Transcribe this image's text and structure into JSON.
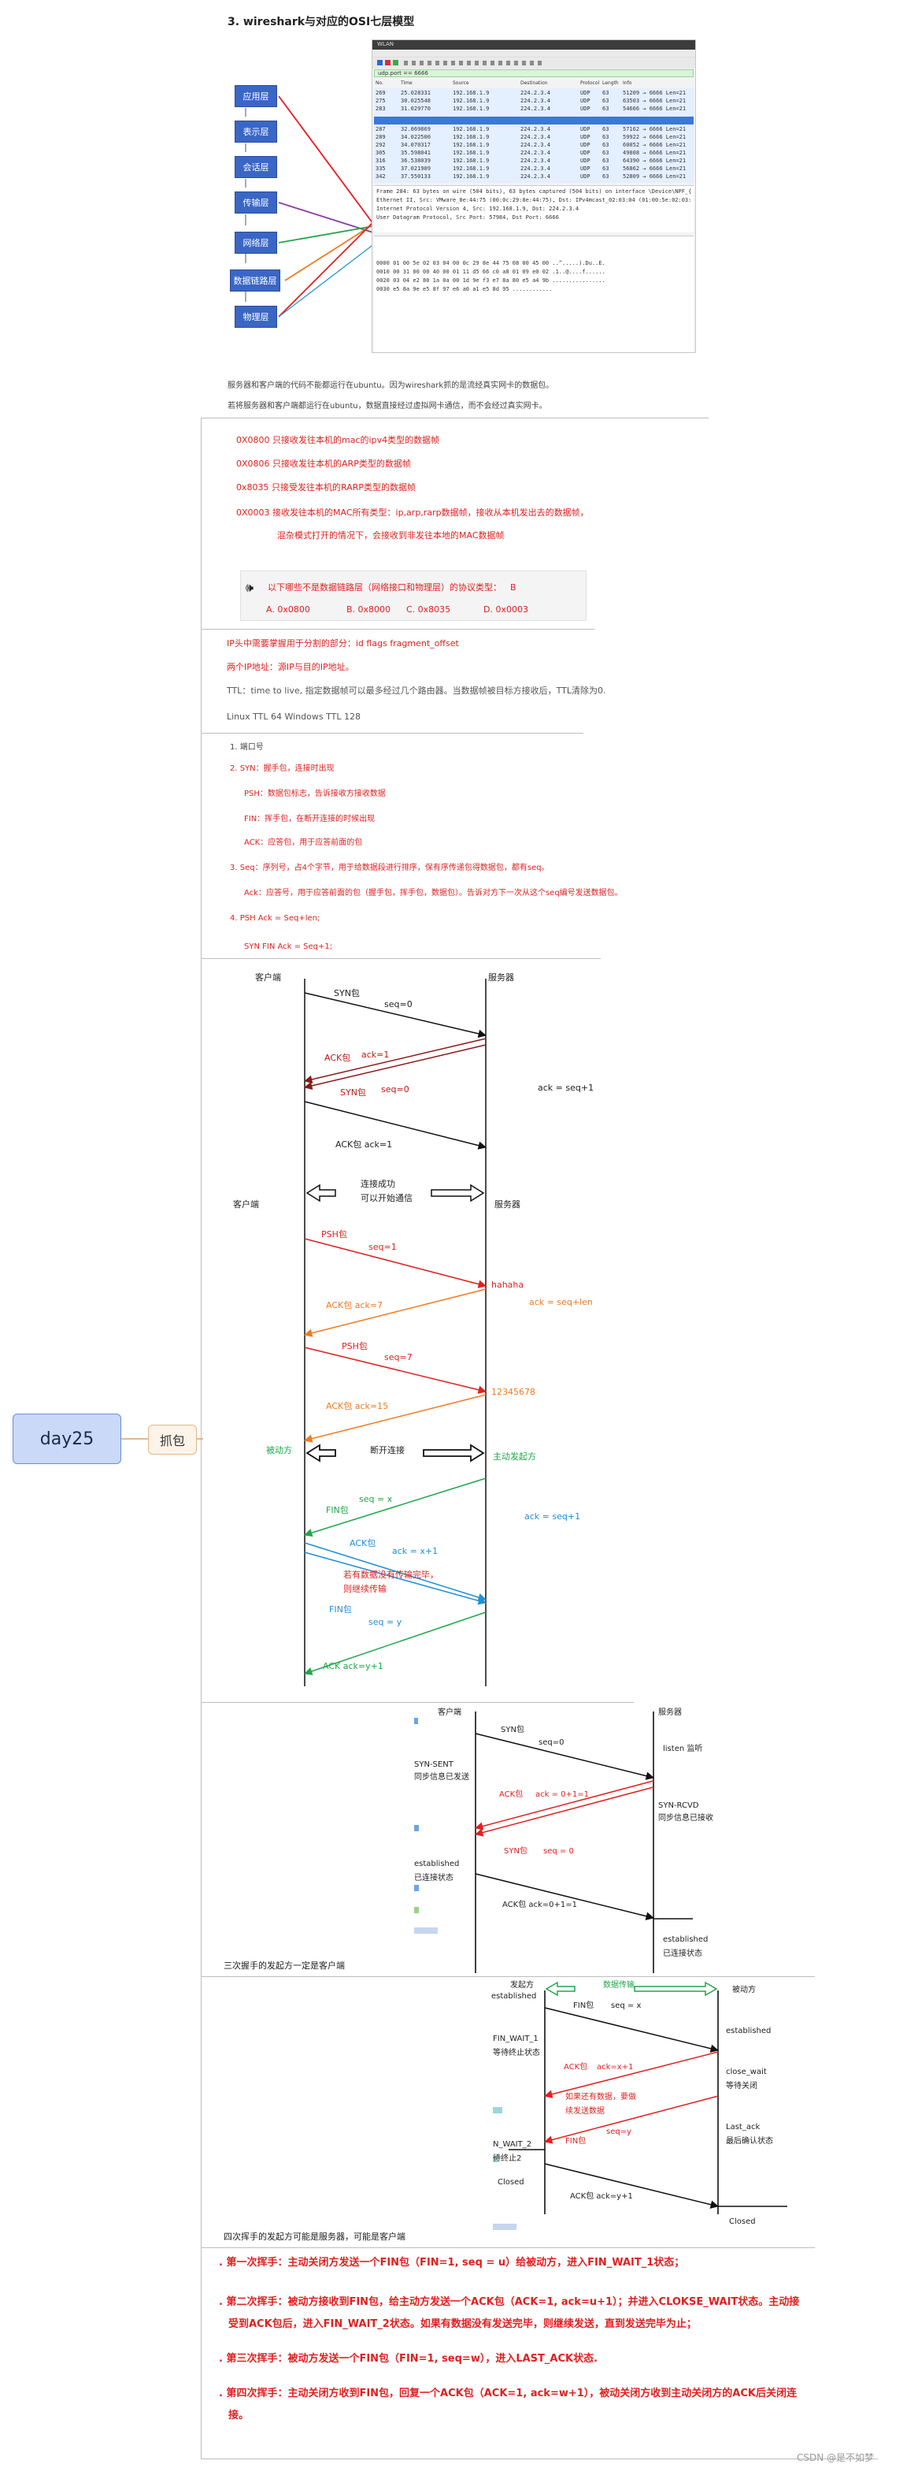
{
  "section3": {
    "title": "3. wireshark与对应的OSI七层模型",
    "layers": [
      "应用层",
      "表示层",
      "会话层",
      "传输层",
      "网络层",
      "数据链路层",
      "物理层"
    ],
    "note1": "服务器和客户端的代码不能都运行在ubuntu。因为wireshark抓的是流经真实网卡的数据包。",
    "note2": "若将服务器和客户端都运行在ubuntu，数据直接经过虚拟网卡通信，而不会经过真实网卡。"
  },
  "wireshark": {
    "title": "WLAN",
    "filter": "udp.port == 6666",
    "columns": [
      "No.",
      "Time",
      "Source",
      "Destination",
      "Protocol",
      "Length",
      "Info"
    ],
    "rows_top": [
      [
        "269",
        "25.028331",
        "192.168.1.9",
        "224.2.3.4",
        "UDP",
        "63",
        "51209 → 6666 Len=21"
      ],
      [
        "275",
        "30.025548",
        "192.168.1.9",
        "224.2.3.4",
        "UDP",
        "63",
        "63503 → 6666 Len=21"
      ],
      [
        "283",
        "31.029770",
        "192.168.1.9",
        "224.2.3.4",
        "UDP",
        "63",
        "54666 → 6666 Len=21"
      ]
    ],
    "rows_bottom": [
      [
        "287",
        "32.069869",
        "192.168.1.9",
        "224.2.3.4",
        "UDP",
        "63",
        "57162 → 6666 Len=21"
      ],
      [
        "289",
        "34.022500",
        "192.168.1.9",
        "224.2.3.4",
        "UDP",
        "63",
        "59922 → 6666 Len=21"
      ],
      [
        "292",
        "34.070317",
        "192.168.1.9",
        "224.2.3.4",
        "UDP",
        "63",
        "60052 → 6666 Len=21"
      ],
      [
        "305",
        "35.598041",
        "192.168.1.9",
        "224.2.3.4",
        "UDP",
        "63",
        "49808 → 6666 Len=21"
      ],
      [
        "316",
        "36.538039",
        "192.168.1.9",
        "224.2.3.4",
        "UDP",
        "63",
        "64390 → 6666 Len=21"
      ],
      [
        "335",
        "37.021909",
        "192.168.1.9",
        "224.2.3.4",
        "UDP",
        "63",
        "56862 → 6666 Len=21"
      ],
      [
        "342",
        "37.550133",
        "192.168.1.9",
        "224.2.3.4",
        "UDP",
        "63",
        "52809 → 6666 Len=21"
      ]
    ],
    "details": [
      "Frame 284: 63 bytes on wire (504 bits), 63 bytes captured (504 bits) on interface \\Device\\NPF_{025",
      "Ethernet II, Src: VMware_8e:44:75 (00:0c:29:8e:44:75), Dst: IPv4mcast_02:03:04 (01:00:5e:02:03:04)",
      "Internet Protocol Version 4, Src: 192.168.1.9, Dst: 224.2.3.4",
      "User Datagram Protocol, Src Port: 57984, Dst Port: 6666"
    ],
    "hex": [
      "0000  01 00 5e 02 03 04 00 0c  29 8e 44 75 08 00 45 00    ..^.....).Du..E.",
      "0010  00 31 00 00 40 00 01 11  d5 66 c0 a8 01 09 e0 02    .1..@....f......",
      "0020  03 04 e2 80 1a 0a 00 1d  9e f3 e7 8a 80 e5 a4 9b    ................",
      "0030  e5 8a 9e e5 8f 97 e6 a0  a1 e5 8d 95                ............"
    ]
  },
  "ethertypes": {
    "items": [
      "0X0800 只接收发往本机的mac的ipv4类型的数据帧",
      "0X0806 只接收发往本机的ARP类型的数据帧",
      "0x8035 只接受发往本机的RARP类型的数据帧",
      "0X0003  接收发往本机的MAC所有类型：ip,arp,rarp数据帧，接收从本机发出去的数据帧，",
      "混杂模式打开的情况下，会接收到非发往本地的MAC数据帧"
    ],
    "quiz_question": "以下哪些不是数据链路层（网络接口和物理层）的协议类型：",
    "quiz_answer": "B",
    "options": [
      "A. 0x0800",
      "B. 0x8000",
      "C. 0x8035",
      "D. 0x0003"
    ]
  },
  "iphdr": {
    "line1": "IP头中需要掌握用于分割的部分：id flags fragment_offset",
    "line2": "两个IP地址：源IP与目的IP地址。",
    "line3": "TTL：time to live, 指定数据帧可以最多经过几个路由器。当数据帧被目标方接收后，TTL清除为0.",
    "line4": "Linux TTL 64    Windows TTL 128"
  },
  "tcphdr": {
    "items": [
      "1. 端口号",
      "2. SYN：握手包，连接时出现",
      "PSH：数据包标志，告诉接收方接收数据",
      "FIN：挥手包，在断开连接的时候出现",
      "ACK：应答包，用于应答前面的包",
      "3. Seq：序列号，占4个字节，用于给数据段进行排序，保有序传递包得数据包，都有seq。",
      "Ack：应答号，用于应答前面的包（握手包，挥手包，数据包）。告诉对方下一次从这个seq编号发送数据包。",
      "4. PSH        Ack = Seq+len;",
      "SYN FIN    Ack = Seq+1;"
    ]
  },
  "mindmap": {
    "root": "day25",
    "branch": "抓包"
  },
  "diagram1": {
    "client": "客户端",
    "server": "服务器",
    "client2": "客户端",
    "server2": "服务器",
    "syn1": "SYN包",
    "seq0": "seq=0",
    "ack_pkt": "ACK包",
    "ack1": "ack=1",
    "syn2": "SYN包",
    "seq0b": "seq=0",
    "ack_seq1": "ack = seq+1",
    "ack_pkt2": "ACK包  ack=1",
    "connected": "连接成功",
    "can_comm": "可以开始通信",
    "psh1": "PSH包",
    "psh1_seq": "seq=1",
    "hahaha": "hahaha",
    "ack7": "ACK包  ack=7",
    "ack_seq_len": "ack = seq+len",
    "psh2": "PSH包",
    "psh2_seq": "seq=7",
    "num": "12345678",
    "ack15": "ACK包    ack=15",
    "passive": "被动方",
    "disconnect": "断开连接",
    "active": "主动发起方",
    "seq_x": "seq = x",
    "fin1": "FIN包",
    "ack_seq1b": "ack = seq+1",
    "ack_pkt3": "ACK包",
    "ack_x1": "ack = x+1",
    "remain1": "若有数据没有传输完毕，",
    "remain2": "则继续传输",
    "fin2": "FIN包",
    "seq_y": "seq = y",
    "ack_y1": "ACK    ack=y+1"
  },
  "diagram2": {
    "client": "客户端",
    "server": "服务器",
    "syn": "SYN包",
    "seq0": "seq=0",
    "listen": "listen 监听",
    "syn_sent": "SYN-SENT",
    "syn_sent2": "同步信息已发送",
    "ack_pkt": "ACK包",
    "ack_eq": "ack = 0+1=1",
    "syn_rcvd": "SYN-RCVD",
    "syn_rcvd2": "同步信息已接收",
    "syn2": "SYN包",
    "seq0b": "seq = 0",
    "established": "established",
    "established2": "已连接状态",
    "ack_final": "ACK包  ack=0+1=1",
    "established3": "established",
    "established4": "已连接状态",
    "caption": "三次握手的发起方一定是客户端"
  },
  "diagram3": {
    "initiator": "发起方",
    "data_transfer": "数据传输",
    "passive": "被动方",
    "established_l": "established",
    "fin": "FIN包",
    "seq_u": "seq = x",
    "established_r": "established",
    "fin_wait1": "FIN_WAIT_1",
    "fin_wait1b": "等待终止状态",
    "ack_pkt": "ACK包",
    "ack_x1": "ack=x+1",
    "close_wait": "close_wait",
    "close_wait2": "等待关闭",
    "remain1": "如果还有数据，要做",
    "remain2": "续发送数据",
    "seq_y": "seq=y",
    "fin2": "FIN包",
    "last_ack": "Last_ack",
    "last_ack2": "最后确认状态",
    "fin_wait2": "N_WAIT_2",
    "fin_wait2b": "待终止2",
    "closed_l": "Closed",
    "ack_y1": "ACK包  ack=y+1",
    "closed_r": "Closed",
    "caption": "四次挥手的发起方可能是服务器，可能是客户端"
  },
  "wave": {
    "items": [
      ". 第一次挥手：主动关闭方发送一个FIN包（FIN=1, seq = u）给被动方，进入FIN_WAIT_1状态；",
      ". 第二次挥手：被动方接收到FIN包，给主动方发送一个ACK包（ACK=1, ack=u+1）；并进入CLOKSE_WAIT状态。主动接",
      "受到ACK包后，进入FIN_WAIT_2状态。如果有数据没有发送完毕，则继续发送，直到发送完毕为止；",
      ". 第三次挥手：被动方发送一个FIN包（FIN=1, seq=w），进入LAST_ACK状态.",
      ". 第四次挥手：主动关闭方收到FIN包，回复一个ACK包（ACK=1, ack=w+1），被动关闭方收到主动关闭方的ACK后关闭连",
      "接。"
    ]
  },
  "watermark": "CSDN @是不如梦",
  "colors": {
    "red": "#e02020",
    "dark_red": "#8b1a1a",
    "orange": "#f07a20",
    "green": "#1fa74a",
    "blue": "#1f8fd8",
    "purple": "#8a3aa0",
    "layer_blue": "#3a66c5"
  }
}
